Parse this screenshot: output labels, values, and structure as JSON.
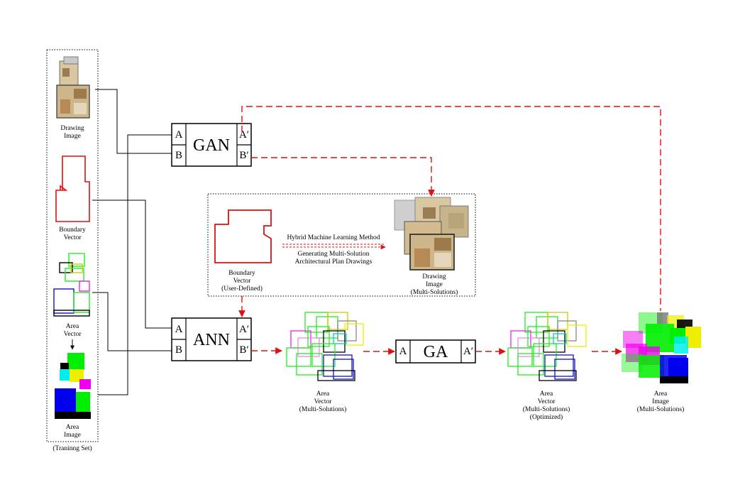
{
  "training_set": {
    "label": "(Traninng Set)",
    "drawing_image": [
      "Drawing",
      "Image"
    ],
    "boundary_vector": [
      "Boundary",
      "Vector"
    ],
    "area_vector": [
      "Area",
      "Vector"
    ],
    "area_image": [
      "Area",
      "Image"
    ]
  },
  "gan": {
    "name": "GAN",
    "port_a": "A",
    "port_b": "B",
    "port_a_out": "A′",
    "port_b_out": "B′"
  },
  "ann": {
    "name": "ANN",
    "port_a": "A",
    "port_b": "B",
    "port_a_out": "A′",
    "port_b_out": "B′"
  },
  "ga": {
    "name": "GA",
    "port_a": "A",
    "port_a_out": "A′"
  },
  "overview": {
    "boundary": [
      "Boundary",
      "Vector",
      "(User-Defined)"
    ],
    "method_title": "Hybrid Machine Learning Method",
    "method_desc": [
      "Generating Multi-Solution",
      "Architectural Plan Drawings"
    ],
    "drawing": [
      "Drawing",
      "Image",
      "(Multi-Solutions)"
    ]
  },
  "outputs": {
    "area_vector": [
      "Area",
      "Vector",
      "(Multi-Solutions)"
    ],
    "area_vector_opt": [
      "Area",
      "Vector",
      "(Multi-Solutions)",
      "(Optimized)"
    ],
    "area_image": [
      "Area",
      "Image",
      "(Multi-Solutions)"
    ]
  },
  "colors": {
    "link": "#000000",
    "dashed_link": "#e01010",
    "boundary": "#e01010"
  }
}
